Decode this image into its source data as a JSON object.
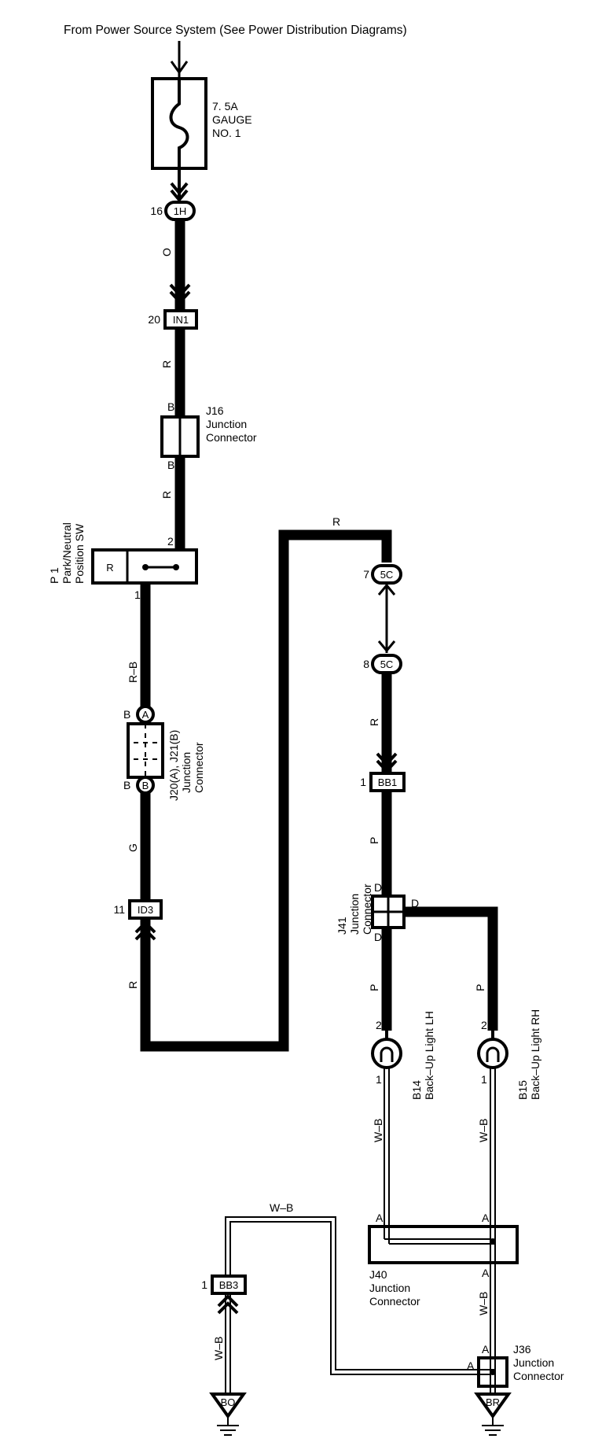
{
  "header": {
    "title": "From Power Source System (See Power Distribution Diagrams)"
  },
  "fuse": {
    "rating": "7. 5A",
    "name_line1": "GAUGE",
    "name_line2": "NO. 1"
  },
  "connectors": {
    "c1H": {
      "label": "1H",
      "pin": "16"
    },
    "cIN1": {
      "label": "IN1",
      "pin": "20"
    },
    "cID3": {
      "label": "ID3",
      "pin": "11"
    },
    "c5C_top": {
      "label": "5C",
      "pin": "7"
    },
    "c5C_bot": {
      "label": "5C",
      "pin": "8"
    },
    "cBB1": {
      "label": "BB1",
      "pin": "1"
    },
    "cBB3": {
      "label": "BB3",
      "pin": "1"
    }
  },
  "wires": {
    "w_O": "O",
    "w_R1": "R",
    "w_R2": "R",
    "w_RB": "R–B",
    "w_G": "G",
    "w_R3": "R",
    "w_Rtop": "R",
    "w_R4": "R",
    "w_P1": "P",
    "w_P2": "P",
    "w_P3": "P",
    "w_WB1": "W–B",
    "w_WB2": "W–B",
    "w_WB3": "W–B",
    "w_WB4": "W–B",
    "w_WB5": "W–B"
  },
  "j16": {
    "title": "J16",
    "line1": "Junction",
    "line2": "Connector",
    "pin_top": "B",
    "pin_bottom": "B"
  },
  "p1": {
    "id": "P 1",
    "line1": "Park/Neutral",
    "line2": "Position SW",
    "switch_label": "R",
    "pin_top": "2",
    "pin_bottom": "1"
  },
  "j20": {
    "title": "J20(A), J21(B)",
    "line1": "Junction",
    "line2": "Connector",
    "pin_top": "B",
    "pin_bottom": "B",
    "badge_top": "A",
    "badge_bottom": "B"
  },
  "j41": {
    "title": "J41",
    "line1": "Junction",
    "line2": "Connector",
    "pin_top": "D",
    "pin_bottom": "D",
    "pin_right": "D"
  },
  "b14": {
    "id": "B14",
    "name": "Back–Up Light LH",
    "pin_top": "2",
    "pin_bottom": "1"
  },
  "b15": {
    "id": "B15",
    "name": "Back–Up Light RH",
    "pin_top": "2",
    "pin_bottom": "1"
  },
  "j40": {
    "title": "J40",
    "line1": "Junction",
    "line2": "Connector",
    "pin_left": "A",
    "pin_right": "A",
    "pin_bottom": "A"
  },
  "j36": {
    "title": "J36",
    "line1": "Junction",
    "line2": "Connector",
    "pin_top": "A",
    "pin_left": "A"
  },
  "grounds": {
    "g_BO": "BO",
    "g_BR": "BR"
  }
}
